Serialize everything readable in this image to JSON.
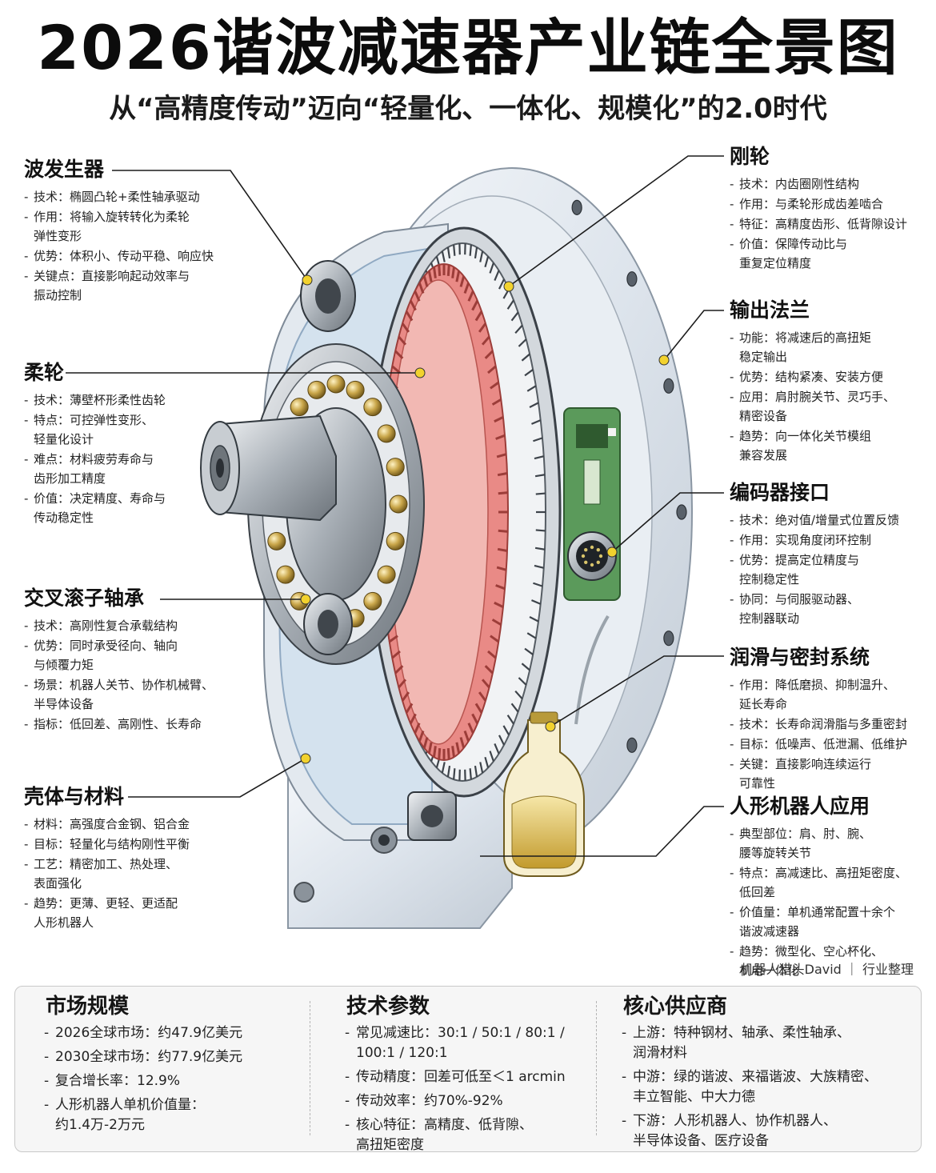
{
  "header": {
    "title": "2026谐波减速器产业链全景图",
    "subtitle": "从“高精度传动”迈向“轻量化、一体化、规模化”的2.0时代"
  },
  "callouts_left": [
    {
      "title": "波发生器",
      "items": [
        {
          "k": "技术：",
          "v": "椭圆凸轮+柔性轴承驱动"
        },
        {
          "k": "作用：",
          "v": "将输入旋转转化为柔轮\n弹性变形"
        },
        {
          "k": "优势：",
          "v": "体积小、传动平稳、响应快"
        },
        {
          "k": "关键点：",
          "v": "直接影响起动效率与\n振动控制"
        }
      ]
    },
    {
      "title": "柔轮",
      "items": [
        {
          "k": "技术：",
          "v": "薄壁杯形柔性齿轮"
        },
        {
          "k": "特点：",
          "v": "可控弹性变形、\n轻量化设计"
        },
        {
          "k": "难点：",
          "v": "材料疲劳寿命与\n齿形加工精度"
        },
        {
          "k": "价值：",
          "v": "决定精度、寿命与\n传动稳定性"
        }
      ]
    },
    {
      "title": "交叉滚子轴承",
      "items": [
        {
          "k": "技术：",
          "v": "高刚性复合承载结构"
        },
        {
          "k": "优势：",
          "v": "同时承受径向、轴向\n与倾覆力矩"
        },
        {
          "k": "场景：",
          "v": "机器人关节、协作机械臂、\n半导体设备"
        },
        {
          "k": "指标：",
          "v": "低回差、高刚性、长寿命"
        }
      ]
    },
    {
      "title": "壳体与材料",
      "items": [
        {
          "k": "材料：",
          "v": "高强度合金钢、铝合金"
        },
        {
          "k": "目标：",
          "v": "轻量化与结构刚性平衡"
        },
        {
          "k": "工艺：",
          "v": "精密加工、热处理、\n表面强化"
        },
        {
          "k": "趋势：",
          "v": "更薄、更轻、更适配\n人形机器人"
        }
      ]
    }
  ],
  "callouts_right": [
    {
      "title": "刚轮",
      "items": [
        {
          "k": "技术：",
          "v": "内齿圈刚性结构"
        },
        {
          "k": "作用：",
          "v": "与柔轮形成齿差啮合"
        },
        {
          "k": "特征：",
          "v": "高精度齿形、低背隙设计"
        },
        {
          "k": "价值：",
          "v": "保障传动比与\n重复定位精度"
        }
      ]
    },
    {
      "title": "输出法兰",
      "items": [
        {
          "k": "功能：",
          "v": "将减速后的高扭矩\n稳定输出"
        },
        {
          "k": "优势：",
          "v": "结构紧凑、安装方便"
        },
        {
          "k": "应用：",
          "v": "肩肘腕关节、灵巧手、\n精密设备"
        },
        {
          "k": "趋势：",
          "v": "向一体化关节模组\n兼容发展"
        }
      ]
    },
    {
      "title": "编码器接口",
      "items": [
        {
          "k": "技术：",
          "v": "绝对值/增量式位置反馈"
        },
        {
          "k": "作用：",
          "v": "实现角度闭环控制"
        },
        {
          "k": "优势：",
          "v": "提高定位精度与\n控制稳定性"
        },
        {
          "k": "协同：",
          "v": "与伺服驱动器、\n控制器联动"
        }
      ]
    },
    {
      "title": "润滑与密封系统",
      "items": [
        {
          "k": "作用：",
          "v": "降低磨损、抑制温升、\n延长寿命"
        },
        {
          "k": "技术：",
          "v": "长寿命润滑脂与多重密封"
        },
        {
          "k": "目标：",
          "v": "低噪声、低泄漏、低维护"
        },
        {
          "k": "关键：",
          "v": "直接影响连续运行\n可靠性"
        }
      ]
    },
    {
      "title": "人形机器人应用",
      "items": [
        {
          "k": "典型部位：",
          "v": "肩、肘、腕、\n腰等旋转关节"
        },
        {
          "k": "特点：",
          "v": "高减速比、高扭矩密度、\n低回差"
        },
        {
          "k": "价值量：",
          "v": "单机通常配置十余个\n谐波减速器"
        },
        {
          "k": "趋势：",
          "v": "微型化、空心杯化、\n机电一体化"
        }
      ]
    }
  ],
  "credit": "机器人猎头David ｜ 行业整理",
  "bottom": [
    {
      "title": "市场规模",
      "items": [
        "2026全球市场：约47.9亿美元",
        "2030全球市场：约77.9亿美元",
        "复合增长率：12.9%",
        "人形机器人单机价值量：\n约1.4万-2万元"
      ]
    },
    {
      "title": "技术参数",
      "items": [
        "常见减速比：30:1 / 50:1 / 80:1 /\n100:1 / 120:1",
        "传动精度：回差可低至＜1 arcmin",
        "传动效率：约70%-92%",
        "核心特征：高精度、低背隙、\n高扭矩密度"
      ]
    },
    {
      "title": "核心供应商",
      "items": [
        "上游：特种钢材、轴承、柔性轴承、\n润滑材料",
        "中游：绿的谐波、来福谐波、大族精密、\n丰立智能、中大力德",
        "下游：人形机器人、协作机器人、\n半导体设备、医疗设备"
      ]
    }
  ],
  "colors": {
    "flexspline": "#e0736f",
    "housing": "#dfe6ee",
    "pcb": "#5b9a5b",
    "lubricant": "#d8b54a",
    "callout_dot": "#f2d22e",
    "bearing_ball": "#c9a64a"
  }
}
